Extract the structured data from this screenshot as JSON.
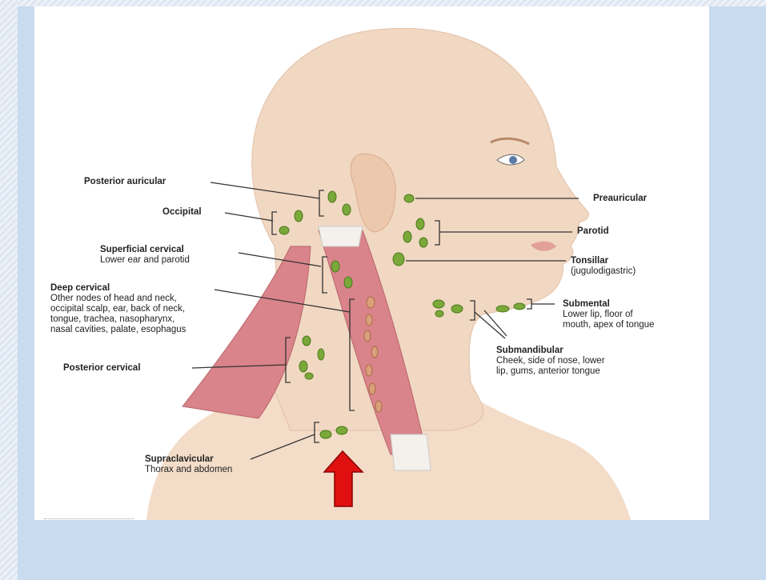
{
  "colors": {
    "background": "#c9dbee",
    "slide": "#ffffff",
    "skin": "#f1d8c2",
    "muscle": "#d9848a",
    "node": "#7aa83a",
    "arrow": "#e01010"
  },
  "labels": {
    "posterior_auricular": {
      "title": "Posterior auricular"
    },
    "occipital": {
      "title": "Occipital"
    },
    "superficial_cervical": {
      "title": "Superficial cervical",
      "desc": "Lower ear and parotid"
    },
    "deep_cervical": {
      "title": "Deep cervical",
      "desc": "Other nodes of head and neck,\noccipital scalp, ear, back of neck,\ntongue, trachea, nasopharynx,\nnasal cavities, palate, esophagus"
    },
    "posterior_cervical": {
      "title": "Posterior cervical"
    },
    "supraclavicular": {
      "title": "Supraclavicular",
      "desc": "Thorax and abdomen"
    },
    "preauricular": {
      "title": "Preauricular"
    },
    "parotid": {
      "title": "Parotid"
    },
    "tonsillar": {
      "title": "Tonsillar",
      "desc": "(jugulodigastric)"
    },
    "submental": {
      "title": "Submental",
      "desc": "Lower lip, floor of\nmouth, apex of tongue"
    },
    "submandibular": {
      "title": "Submandibular",
      "desc": "Cheek, side of nose, lower\nlip, gums, anterior tongue"
    }
  },
  "highlight": {
    "icon": "red-up-arrow-icon",
    "target": "supraclavicular"
  }
}
